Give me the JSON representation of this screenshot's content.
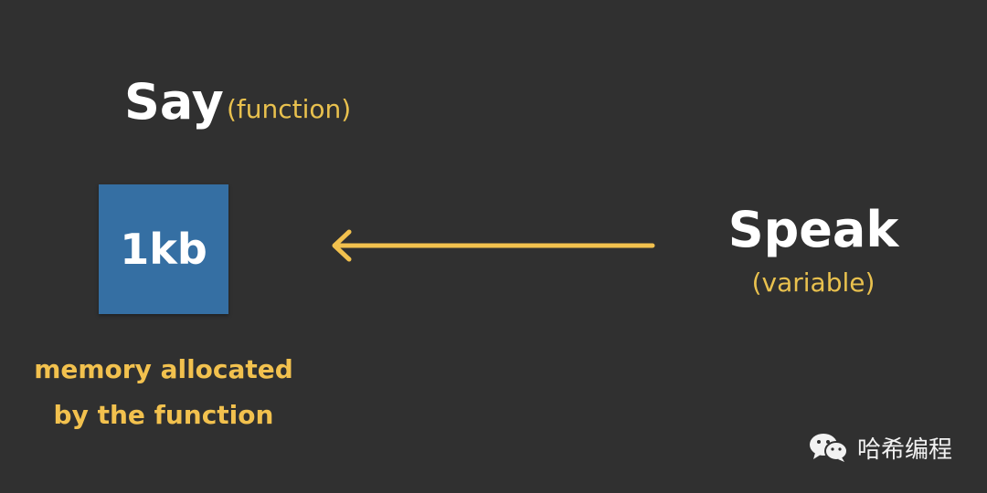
{
  "say": {
    "name": "Say",
    "kind": "(function)"
  },
  "memory": {
    "size": "1kb",
    "caption_line1": "memory allocated",
    "caption_line2": "by the function"
  },
  "speak": {
    "name": "Speak",
    "kind": "(variable)"
  },
  "watermark": {
    "icon": "wechat-icon",
    "text": "哈希编程"
  },
  "colors": {
    "background": "#303030",
    "box": "#356fa3",
    "accent": "#f2c14e",
    "text": "#ffffff"
  }
}
